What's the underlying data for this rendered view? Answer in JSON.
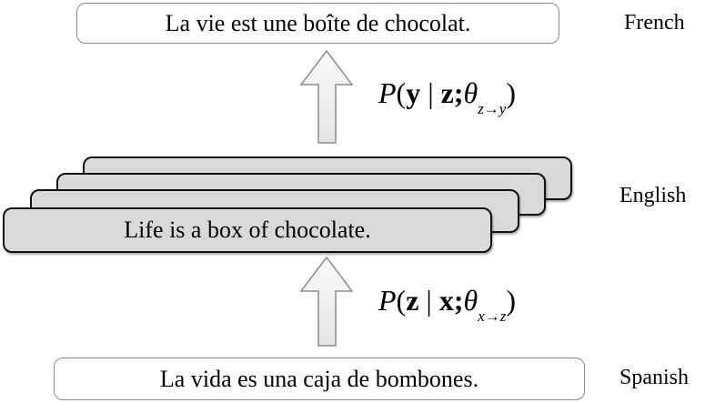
{
  "diagram": {
    "target": {
      "sentence": "La vie est une boîte de chocolat.",
      "language": "French"
    },
    "pivot": {
      "sentence": "Life is a box of chocolate.",
      "language": "English",
      "stack_count": 4
    },
    "source": {
      "sentence": "La vida es una caja de bombones.",
      "language": "Spanish"
    },
    "formula_top": {
      "P": "P",
      "open": "(",
      "var1": "y",
      "bar": " | ",
      "var2": "z",
      "semi": ";",
      "theta": "θ",
      "sub": "z→y",
      "close": ")"
    },
    "formula_bottom": {
      "P": "P",
      "open": "(",
      "var1": "z",
      "bar": " | ",
      "var2": "x",
      "semi": ";",
      "theta": "θ",
      "sub": "x→z",
      "close": ")"
    },
    "colors": {
      "stack_fill": "#d9d9d9",
      "stack_border": "#111111",
      "plain_border": "#8a8a8a",
      "arrow_fill": "#f2f2f2",
      "arrow_stroke": "#8c8c8c"
    }
  }
}
